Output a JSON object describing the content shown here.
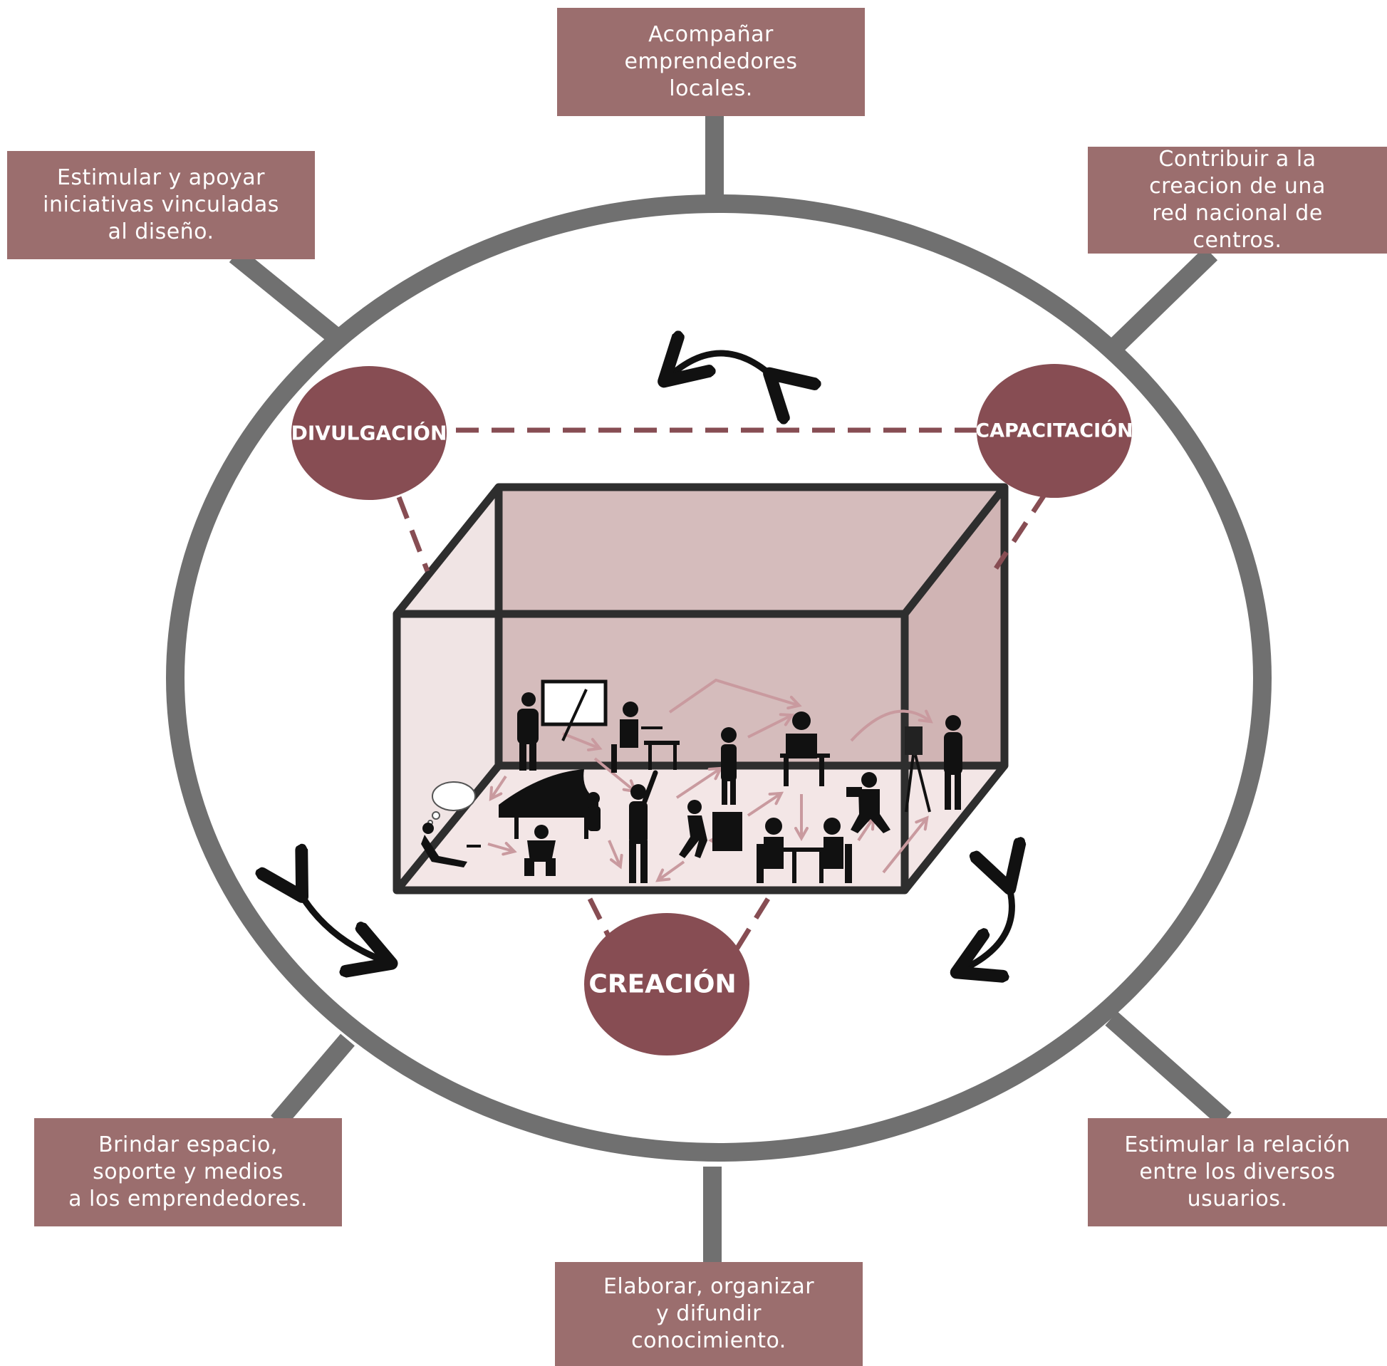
{
  "colors": {
    "box_fill": "#9b6e6e",
    "node_fill": "#874d53",
    "ring": "#707070",
    "dashed_link": "#874d53",
    "room_back_wall": "#d5bcbc",
    "room_side_wall": "#f0e4e4",
    "room_frame": "#2e2e2e",
    "flow_arrows": "#c99a9f",
    "silhouettes": "#111111"
  },
  "objectives": {
    "top": {
      "lines": [
        "Acompañar",
        "emprendedores",
        "locales."
      ]
    },
    "top_left": {
      "lines": [
        "Estimular y apoyar",
        "iniciativas vinculadas",
        "al diseño."
      ]
    },
    "top_right": {
      "lines": [
        "Contribuir a la",
        "creacion de una",
        "red nacional de",
        "centros."
      ]
    },
    "bottom_left": {
      "lines": [
        "Brindar espacio,",
        "soporte y medios",
        "a los emprendedores."
      ]
    },
    "bottom_right": {
      "lines": [
        "Estimular la relación",
        "entre los diversos",
        "usuarios."
      ]
    },
    "bottom": {
      "lines": [
        "Elaborar, organizar",
        "y difundir",
        "conocimiento."
      ]
    }
  },
  "nodes": {
    "divulgacion": "DIVULGACIÓN",
    "capacitacion": "CAPACITACIÓN",
    "creacion": "CREACIÓN"
  },
  "icons": {
    "cycle_arrows": "curved-double-arrow-icon",
    "people": "person-silhouette-icon",
    "whiteboard": "whiteboard-icon",
    "piano": "grand-piano-icon",
    "easel": "easel-icon",
    "thought": "thought-bubble-icon"
  }
}
